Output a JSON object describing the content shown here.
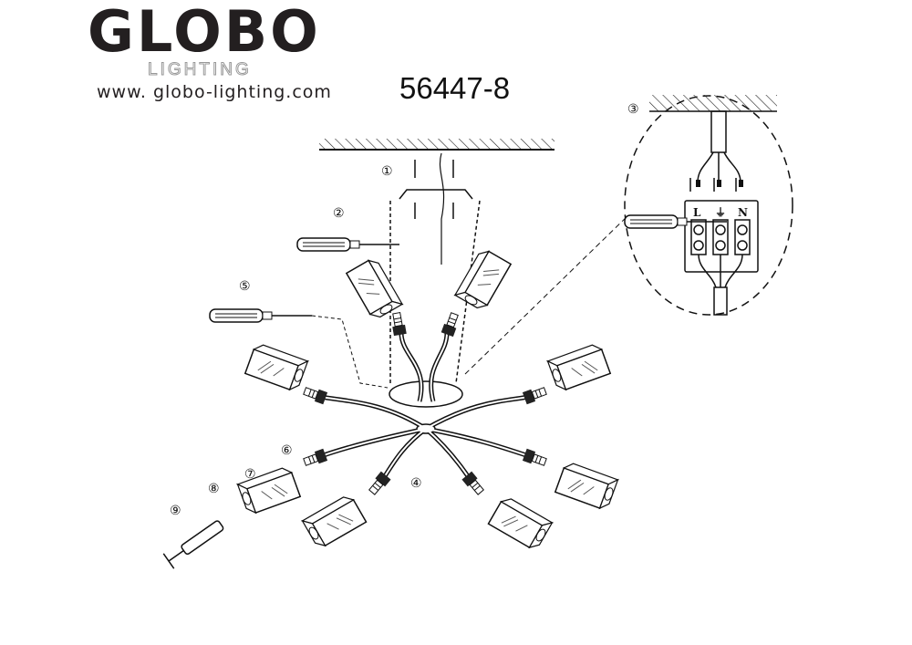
{
  "brand": {
    "name": "GLOBO",
    "subtitle": "LIGHTING",
    "website": "www. globo-lighting.com"
  },
  "model_number": "56447-8",
  "steps": {
    "s1": "①",
    "s2": "②",
    "s3": "③",
    "s4": "④",
    "s5": "⑤",
    "s6": "⑥",
    "s7": "⑦",
    "s8": "⑧",
    "s9": "⑨"
  },
  "terminal": {
    "live": "L",
    "earth": "⏚",
    "neutral": "N"
  }
}
